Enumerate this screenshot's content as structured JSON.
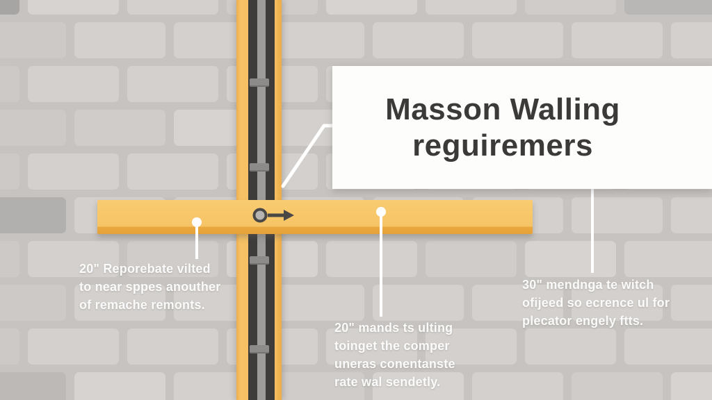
{
  "title": {
    "line1": "Masson Walling",
    "line2": "reguiremers"
  },
  "callouts": {
    "left": {
      "lines": [
        "20\" Reporebate vilted",
        "to near sppes anouther",
        "of remache remonts."
      ]
    },
    "middle": {
      "lines": [
        "20\" mands ts ulting",
        "toinget the comper",
        "uneras conentanste",
        "rate wal sendetly."
      ]
    },
    "right": {
      "lines": [
        "30\" mendnga te witch",
        "ofijeed so ecrence ul for",
        "plecator engely ftts."
      ]
    }
  },
  "icons": {
    "bolt_arrow": "anchor-bolt-with-right-arrow",
    "bracket": "beam-clamp-bracket"
  },
  "colors": {
    "beam_yellow": "#f5c164",
    "beam_bottom_edge": "#e9a83e",
    "steel_dark": "#3e3c3b",
    "steel_core_gray": "#9e9c9a",
    "bracket_gray": "#8d8b89",
    "wall_brick": "#d3d0cd",
    "wall_mortar": "#c6c3c0",
    "panel_white": "#fdfdfc",
    "title_text": "#3b3a39",
    "annotation_text": "#ffffff",
    "leader_line": "#ffffff",
    "bolt_dark": "#4a4847"
  }
}
